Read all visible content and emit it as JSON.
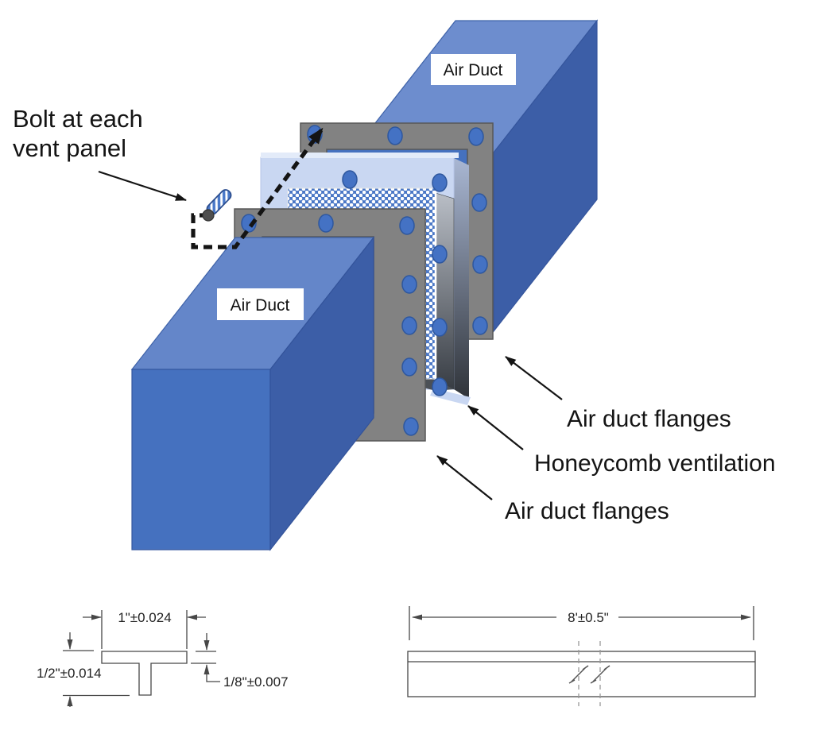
{
  "diagram": {
    "bolt_note_line1": "Bolt at each",
    "bolt_note_line2": "vent panel",
    "upper_duct_label": "Air Duct",
    "lower_duct_label": "Air Duct",
    "callout_flanges_upper": "Air duct flanges",
    "callout_honeycomb": "Honeycomb ventilation",
    "callout_flanges_lower": "Air duct flanges"
  },
  "drawings": {
    "t_profile": {
      "width_dim": "1\"±0.024",
      "height_dim": "1/2\"±0.014",
      "thickness_dim": "1/8\"±0.007"
    },
    "bar_view": {
      "length_dim": "8'±0.5\""
    }
  },
  "colors": {
    "duct_top": "#6d8dce",
    "duct_top_lower": "#6486c9",
    "duct_front": "#4571bf",
    "duct_side_dark": "#3c5ea7",
    "flange_gray": "#828282",
    "bolt_hole_blue": "#4472c4",
    "panel_light_blue": "#c9d7f2",
    "honeycomb_blue": "#4a77c6",
    "line_black": "#141414",
    "dim_gray": "#474747"
  }
}
